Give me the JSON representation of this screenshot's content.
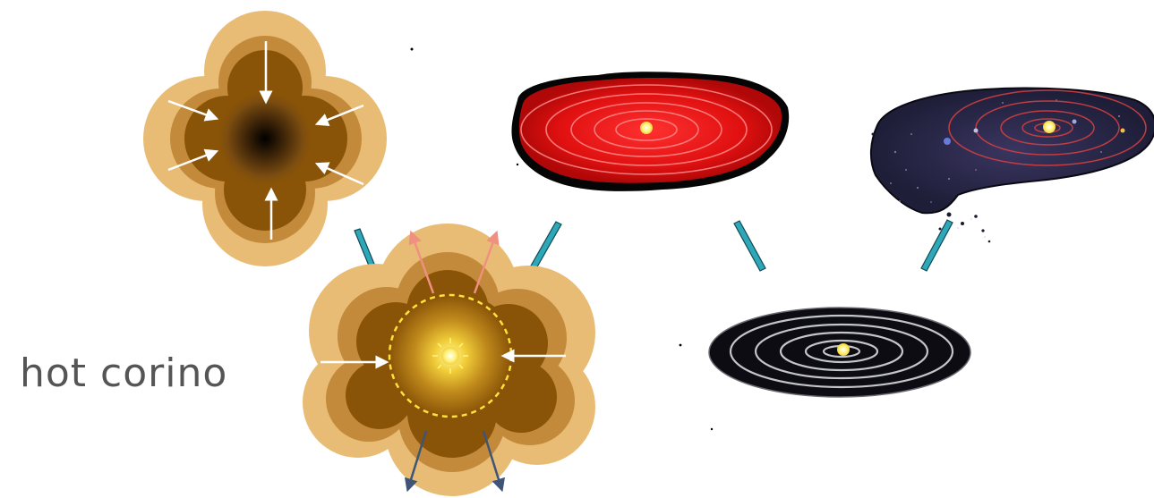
{
  "labels": {
    "hot_corino": "hot corino"
  },
  "colors": {
    "envelope_outer": "#e8bc75",
    "envelope_mid": "#c28a3a",
    "envelope_inner": "#8a5408",
    "core_dark": "#000000",
    "infall_arrow": "#ffffff",
    "outflow_arrow_up": "#f09080",
    "outflow_arrow_down": "#3e5577",
    "corino_boundary": "#ffe23a",
    "protostar": "#fff27a",
    "connector": "#2ea7b8",
    "disk_red": "#e01010",
    "disk_black": "#0c0c12",
    "disk_rings": "#d8d8e0",
    "planetary_system_bg": "#2a2a48",
    "orbit_red": "#d04040",
    "central_star": "#fff28a"
  },
  "stages": [
    {
      "name": "prestellar-core",
      "icon": "collapsing-cloud-icon"
    },
    {
      "name": "hot-corino-protostar",
      "icon": "protostar-outflow-icon"
    },
    {
      "name": "protoplanetary-disk",
      "icon": "red-disk-icon"
    },
    {
      "name": "debris-disk",
      "icon": "ring-disk-icon"
    },
    {
      "name": "planetary-system",
      "icon": "solar-system-icon"
    }
  ]
}
